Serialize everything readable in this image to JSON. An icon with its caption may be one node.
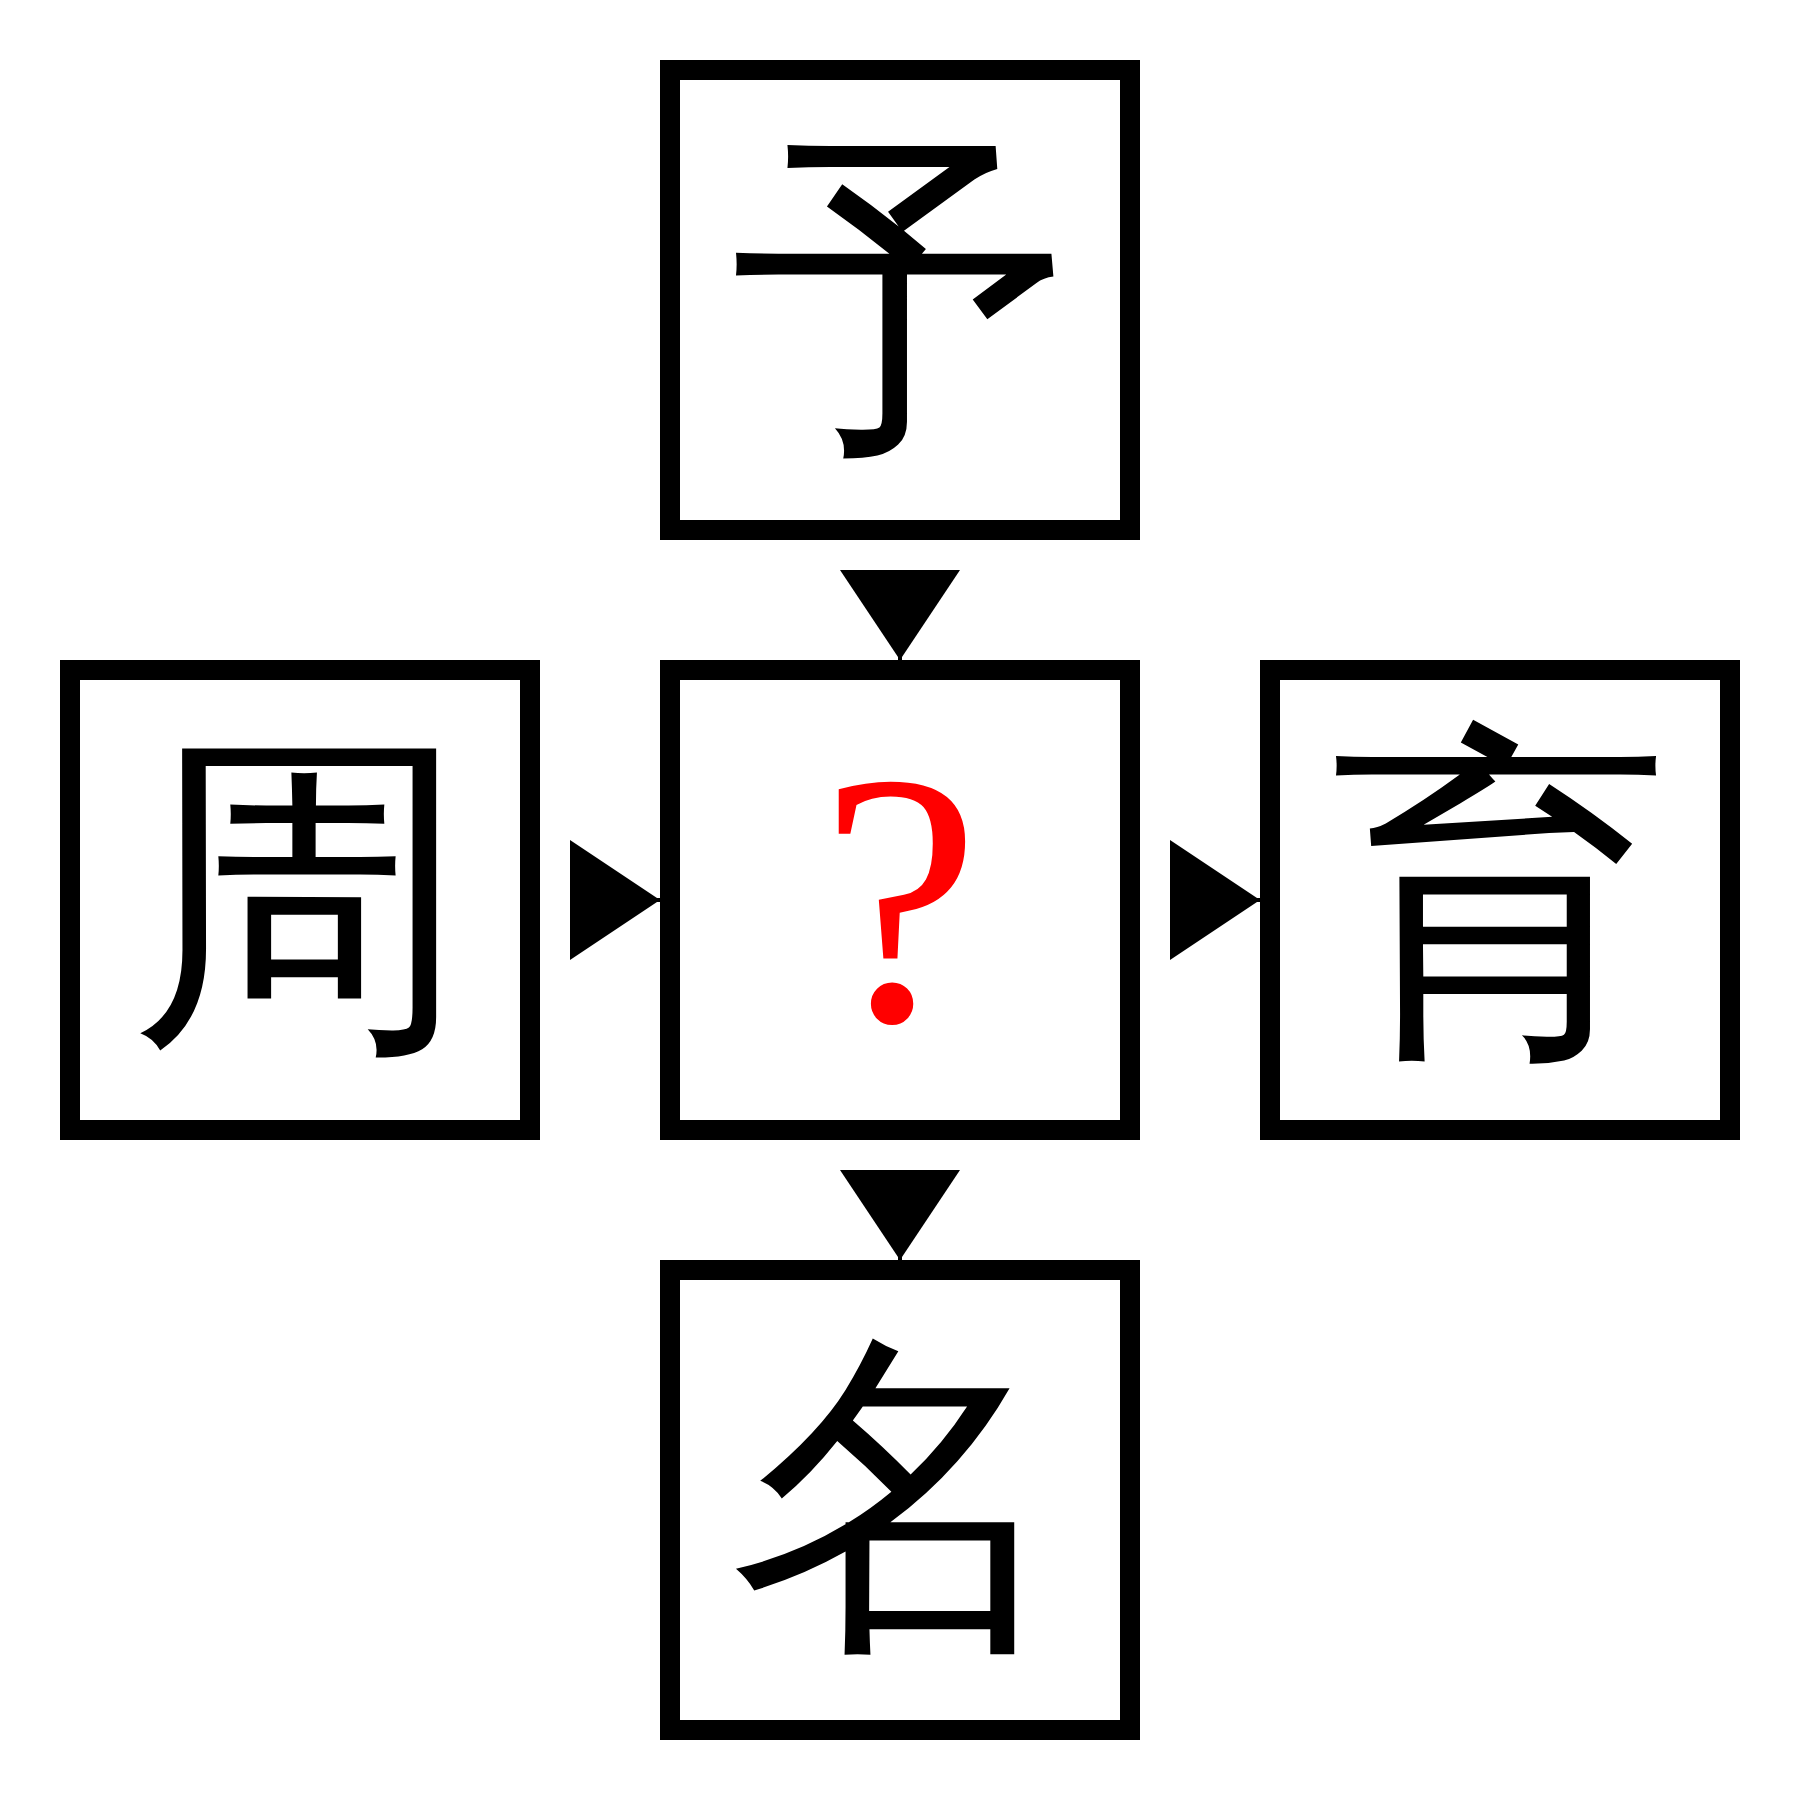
{
  "diagram": {
    "nodes": [
      {
        "text": [
          "予"
        ]
      },
      {
        "text": [
          "周"
        ]
      },
      {
        "text": [
          "?"
        ]
      },
      {
        "text": [
          "育"
        ]
      },
      {
        "text": [
          "名"
        ]
      }
    ],
    "edges": [
      {
        "from": 0,
        "to": 2,
        "arrow": "to"
      },
      {
        "from": 1,
        "to": 2,
        "arrow": "to"
      },
      {
        "from": 2,
        "to": 3,
        "arrow": "to"
      },
      {
        "from": 2,
        "to": 4,
        "arrow": "to"
      }
    ]
  }
}
